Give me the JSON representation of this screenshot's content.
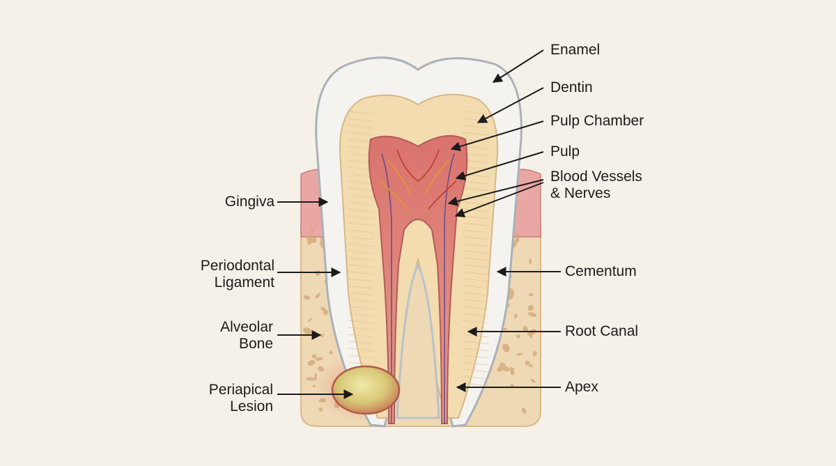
{
  "diagram": {
    "colors": {
      "background": "#f5f1e8",
      "enamel": "#f4f3ef",
      "dentin": "#f3dcb0",
      "pulp": "#d98078",
      "gingiva": "#e9a7a4",
      "bone": "#efd8b4",
      "lesion": "#dcd38a"
    },
    "labels": {
      "enamel": "Enamel",
      "dentin": "Dentin",
      "pulp_chamber": "Pulp Chamber",
      "pulp": "Pulp",
      "vessels_line1": "Blood Vessels",
      "vessels_line2": "& Nerves",
      "cementum": "Cementum",
      "root_canal": "Root Canal",
      "apex": "Apex",
      "gingiva": "Gingiva",
      "pdl_line1": "Periodontal",
      "pdl_line2": "Ligament",
      "alveolar_line1": "Alveolar",
      "alveolar_line2": "Bone",
      "lesion_line1": "Periapical",
      "lesion_line2": "Lesion"
    }
  }
}
